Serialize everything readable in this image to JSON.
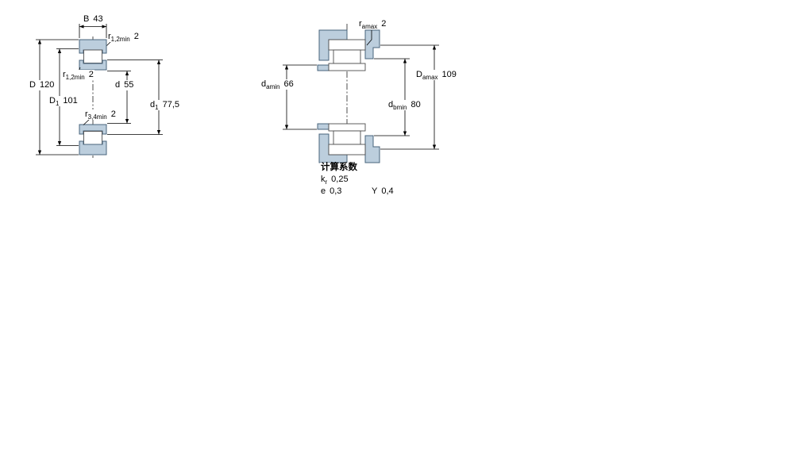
{
  "colors": {
    "section_fill": "#bccedd",
    "section_stroke": "#49647c",
    "line": "#000000",
    "bearing_outline": "#4d4d4d"
  },
  "left_figure": {
    "description": "bearing cross-section with boundary dimensions",
    "dims": {
      "B": {
        "sym": "B",
        "sub": "",
        "val": "43"
      },
      "r12_top": {
        "sym": "r",
        "sub": "1,2min",
        "val": "2"
      },
      "D": {
        "sym": "D",
        "sub": "",
        "val": "120"
      },
      "r12_side": {
        "sym": "r",
        "sub": "1,2min",
        "val": "2"
      },
      "D1": {
        "sym": "D",
        "sub": "1",
        "val": "101"
      },
      "d": {
        "sym": "d",
        "sub": "",
        "val": "55"
      },
      "r34": {
        "sym": "r",
        "sub": "3,4min",
        "val": "2"
      },
      "d1": {
        "sym": "d",
        "sub": "1",
        "val": "77,5"
      }
    }
  },
  "right_figure": {
    "description": "mounted bearing abutment and fillet dimensions",
    "dims": {
      "ra": {
        "sym": "r",
        "sub": "amax",
        "val": "2"
      },
      "da": {
        "sym": "d",
        "sub": "amin",
        "val": "66"
      },
      "Da": {
        "sym": "D",
        "sub": "amax",
        "val": "109"
      },
      "db": {
        "sym": "d",
        "sub": "bmin",
        "val": "80"
      }
    }
  },
  "calculation_factors": {
    "title": "计算系数",
    "rows": {
      "kr": {
        "sym": "k",
        "sub": "r",
        "val": "0,25"
      },
      "e": {
        "sym": "e",
        "sub": "",
        "val": "0,3"
      },
      "Y": {
        "sym": "Y",
        "sub": "",
        "val": "0,4"
      }
    }
  }
}
